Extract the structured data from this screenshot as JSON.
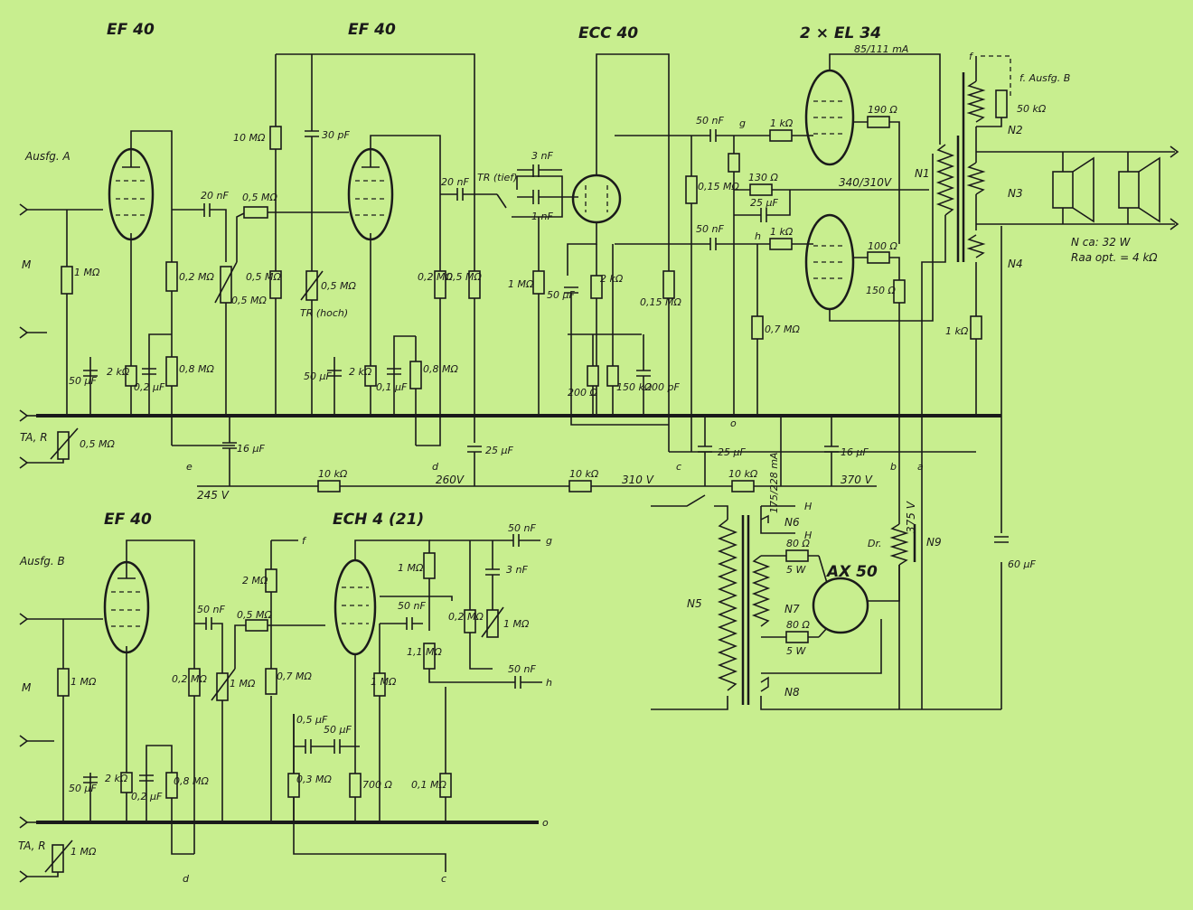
{
  "tubes": {
    "v1": "EF 40",
    "v2": "EF 40",
    "v3": "ECC 40",
    "v4": "2 × EL 34",
    "v5": "EF 40",
    "v6": "ECH 4 (21)",
    "rect": "AX 50"
  },
  "inputs": {
    "ausg_a": "Ausfg. A",
    "m1": "M",
    "tar1": "TA, R",
    "ausg_b": "Ausfg. B",
    "m2": "M",
    "tar2": "TA, R"
  },
  "voltages": {
    "v245": "245 V",
    "v260": "260V",
    "v310": "310 V",
    "v370": "370 V",
    "v375": "375 V",
    "v340": "340/310V",
    "i_out": "85/111 mA",
    "i_pwr": "175/228 mA"
  },
  "components": {
    "r_1m_a": "1 MΩ",
    "c_50u_a": "50 µF",
    "r_2k_a": "2 kΩ",
    "c_02u_a": "0,2 µF",
    "r_02m_a": "0,2 MΩ",
    "r_08m_a": "0,8 MΩ",
    "r_05m_tar": "0,5 MΩ",
    "c_20n_a": "20 nF",
    "r_05m_pot": "0,5 MΩ",
    "r_05m_ser": "0,5 MΩ",
    "r_10m": "10 MΩ",
    "c_30p": "30 pF",
    "r_05m_b1": "0,5 MΩ",
    "r_05m_tr": "0,5 MΩ",
    "tr_hoch": "TR (hoch)",
    "c_50u_b": "50 µF",
    "r_2k_b": "2 kΩ",
    "c_01u_b": "0,1 µF",
    "r_02m_b": "0,2 MΩ",
    "r_05m_b2": "0,5 MΩ",
    "r_08m_b": "0,8 MΩ",
    "c_20n_b": "20 nF",
    "tr_tief": "TR (tief)",
    "c_3n": "3 nF",
    "c_1n": "1 nF",
    "r_1m_c": "1 MΩ",
    "c_50u_c": "50 µF",
    "r_2k_c": "2 kΩ",
    "r_200": "200 Ω",
    "r_150k": "150 kΩ",
    "c_200p": "200 pF",
    "r_015m_a": "0,15 MΩ",
    "r_015m_b": "0,15 MΩ",
    "c_50n_g": "50 nF",
    "c_50n_h": "50 nF",
    "r_1k_g": "1 kΩ",
    "r_1k_h": "1 kΩ",
    "r_130": "130 Ω",
    "c_25u_k": "25 µF",
    "r_07m": "0,7 MΩ",
    "r_190": "190 Ω",
    "r_100": "100 Ω",
    "r_150": "150 Ω",
    "r_50k": "50 kΩ",
    "r_1k_fb": "1 kΩ",
    "c_16u_a": "16 µF",
    "c_25u_a": "25 µF",
    "c_25u_b": "25 µF",
    "c_16u_b": "16 µF",
    "r_10k_a": "10 kΩ",
    "r_10k_b": "10 kΩ",
    "r_10k_c": "10 kΩ",
    "choke": "Dr.",
    "c_60u": "60 µF",
    "r_80_a": "80 Ω",
    "w_5_a": "5 W",
    "r_80_b": "80 Ω",
    "w_5_b": "5 W",
    "r_1m_d": "1 MΩ",
    "c_50u_d": "50 µF",
    "r_2k_d": "2 kΩ",
    "c_02u_d": "0,2 µF",
    "r_02m_d": "0,2 MΩ",
    "r_08m_d": "0,8 MΩ",
    "r_1m_tar2": "1 MΩ",
    "c_50n_d": "50 nF",
    "r_1m_pot2": "1 MΩ",
    "r_05m_d": "0,5 MΩ",
    "r_2m": "2 MΩ",
    "r_07m_d": "0,7 MΩ",
    "c_05u": "0,5 µF",
    "c_50u_e": "50 µF",
    "r_03m": "0,3 MΩ",
    "r_700": "700 Ω",
    "r_1m_e": "1 MΩ",
    "r_1m_f": "1 MΩ",
    "c_50n_e": "50 nF",
    "r_11m": "1,1 MΩ",
    "r_01m": "0,1 MΩ",
    "r_02m_e": "0,2 MΩ",
    "r_1m_pot3": "1 MΩ",
    "c_3n_b": "3 nF",
    "c_50n_g2": "50 nF",
    "c_50n_h2": "50 nF"
  },
  "transformer": {
    "n1": "N1",
    "n2": "N2",
    "n3": "N3",
    "n4": "N4",
    "n5": "N5",
    "n6": "N6",
    "n7": "N7",
    "n8": "N8",
    "n9": "N9",
    "ausg_b_lbl": "f. Ausfg. B",
    "h1": "H",
    "h2": "H",
    "n_ca": "N ca: 32 W",
    "raa": "Raa opt. = 4 kΩ"
  },
  "nodes": {
    "a": "a",
    "b": "b",
    "c": "c",
    "d": "d",
    "e": "e",
    "f": "f",
    "g": "g",
    "h": "h",
    "o": "o",
    "f2": "f",
    "g2": "g",
    "h2": "h",
    "o2": "o",
    "c2": "c",
    "d2": "d"
  }
}
